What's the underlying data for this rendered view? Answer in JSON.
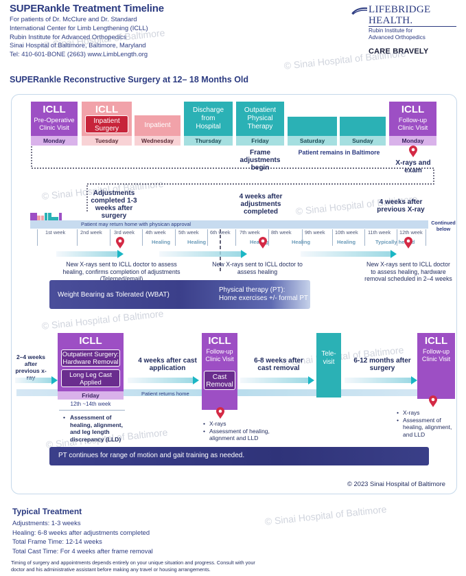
{
  "header": {
    "title": "SUPERankle Treatment Timeline",
    "lines": [
      "For patients of Dr. McClure and Dr. Standard",
      "International Center for Limb Lengthening (ICLL)",
      "Rubin Institute for Advanced Orthopedics",
      "Sinai Hospital of Baltimore, Baltimore, Maryland",
      "Tel: 410-601-BONE (2663) www.LimbLength.org"
    ]
  },
  "logo": {
    "name_line1": "LIFEBRIDGE",
    "name_line2": "HEALTH.",
    "sub_line1": "Rubin Institute for",
    "sub_line2": "Advanced Orthopedics",
    "tagline": "CARE BRAVELY"
  },
  "watermark": "© Sinai Hospital of Baltimore",
  "section_title": "SUPERankle Reconstructive Surgery at 12– 18 Months Old",
  "days": {
    "monday1": {
      "head": "ICLL",
      "label": "Pre-Operative Clinic Visit",
      "foot": "Monday"
    },
    "tuesday": {
      "head": "ICLL",
      "button": "Inpatient Surgery",
      "foot": "Tuesday"
    },
    "wednesday": {
      "label": "Inpatient",
      "foot": "Wednesday"
    },
    "thursday": {
      "label": "Discharge from Hospital",
      "foot": "Thursday"
    },
    "friday": {
      "label": "Outpatient Physical Therapy",
      "foot": "Friday"
    },
    "saturday": {
      "foot": "Saturday"
    },
    "sunday": {
      "foot": "Sunday"
    },
    "monday2": {
      "head": "ICLL",
      "label": "Follow-up Clinic Visit",
      "foot": "Monday"
    }
  },
  "notes": {
    "frame_adjust": "Frame adjustments begin",
    "remains": "Patient remains in Baltimore",
    "xrays_exam": "X-rays and exam",
    "adj_completed": "Adjustments completed 1-3 weeks after surgery",
    "four_weeks_after_adj": "4 weeks after adjustments completed",
    "four_weeks_prev_xray": "4 weeks after previous X-ray",
    "continued": "Continued below"
  },
  "strip": {
    "label": "Patient may return home with physican approval",
    "weeks": [
      "1st week",
      "2nd week",
      "3rd week",
      "4th week",
      "5th week",
      "6th week",
      "7th week",
      "8th week",
      "9th week",
      "10th week",
      "11th week",
      "12th week"
    ],
    "healing": "Healing",
    "typically_healed": "Typically healed"
  },
  "xray_notes": {
    "first": "New X-rays sent to ICLL doctor to assess healing, confirms completion of adjustments (Telemed/email)",
    "second": "New X-rays sent to ICLL doctor to assess healing",
    "third": "New X-rays sent to ICLL doctor to assess healing, hardware removal scheduled in 2–4 weeks"
  },
  "bands": {
    "wbat": "Weight Bearing as Tolerated (WBAT)",
    "pt_line1": "Physical therapy (PT):",
    "pt_line2": "Home exercises +/- formal PT",
    "pt_continues": "PT continues for range of motion and gait training as needed."
  },
  "phase2": {
    "weeks_prev": "2–4 weeks after previous x-ray",
    "surgery_head": "ICLL",
    "surgery_btn1": "Outpatient Surgery: Hardware Removal",
    "surgery_btn2": "Long Leg Cast Applied",
    "surgery_foot": "Friday",
    "weeks_12_14": "12th ~14th week",
    "assess": "Assessment of healing, alignment, and leg length discrepancy (LLD)",
    "four_weeks_cast": "4 weeks after cast application",
    "returns_home": "Patient returns home",
    "followup1_head": "ICLL",
    "followup1_label": "Follow-up Clinic Visit",
    "cast_removal": "Cast Removal",
    "followup1_bullets": [
      "X-rays",
      "Assessment of healing, alignment and LLD"
    ],
    "six_eight": "6-8 weeks after cast removal",
    "televisit": "Tele-visit",
    "six_twelve": "6-12 months after surgery",
    "followup2_head": "ICLL",
    "followup2_label": "Follow-up Clinic Visit",
    "followup2_bullets": [
      "X-rays",
      "Assessment of healing, alignment, and LLD"
    ]
  },
  "copyright": "© 2023 Sinai Hospital of Baltimore",
  "typical": {
    "title": "Typical Treatment",
    "lines": [
      "Adjustments: 1-3 weeks",
      "Healing: 6-8 weeks after adjustments completed",
      "Total Frame Time: 12-14 weeks",
      "Total Cast Time: For 4 weeks after frame removal"
    ],
    "disclaimer_line1": "Timing of surgery and appointments depends entirely on your unique situation and progress. Consult with your",
    "disclaimer_line2": "doctor and his administrative assistant before making any travel or housing arrangements."
  },
  "colors": {
    "navy": "#2b3a80",
    "purple": "#9d4fc4",
    "pink": "#f1a2a9",
    "teal": "#2bb1b5",
    "red": "#c7243a"
  }
}
